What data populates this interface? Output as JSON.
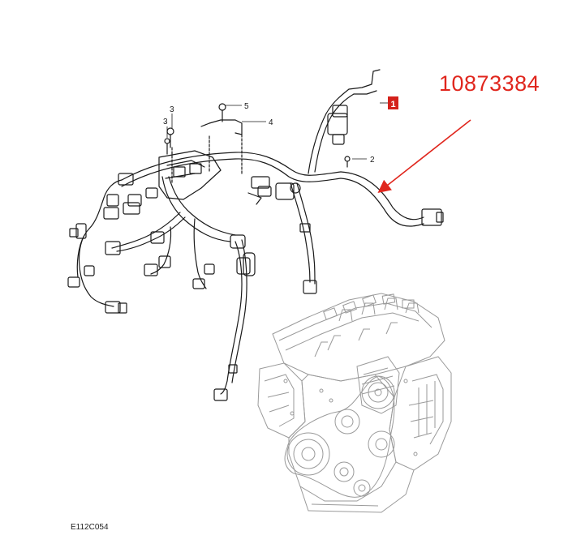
{
  "part_number": "10873384",
  "figure_code": "E112C054",
  "callouts": [
    {
      "id": "callout-1",
      "label": "1"
    },
    {
      "id": "callout-2",
      "label": "2"
    },
    {
      "id": "callout-3a",
      "label": "3"
    },
    {
      "id": "callout-3b",
      "label": "3"
    },
    {
      "id": "callout-4",
      "label": "4"
    },
    {
      "id": "callout-5",
      "label": "5"
    }
  ],
  "colors": {
    "accent": "#e0261d",
    "callout_box": "#d4211b",
    "line": "#1a1a1a",
    "engine_line": "#9a9a9a"
  }
}
